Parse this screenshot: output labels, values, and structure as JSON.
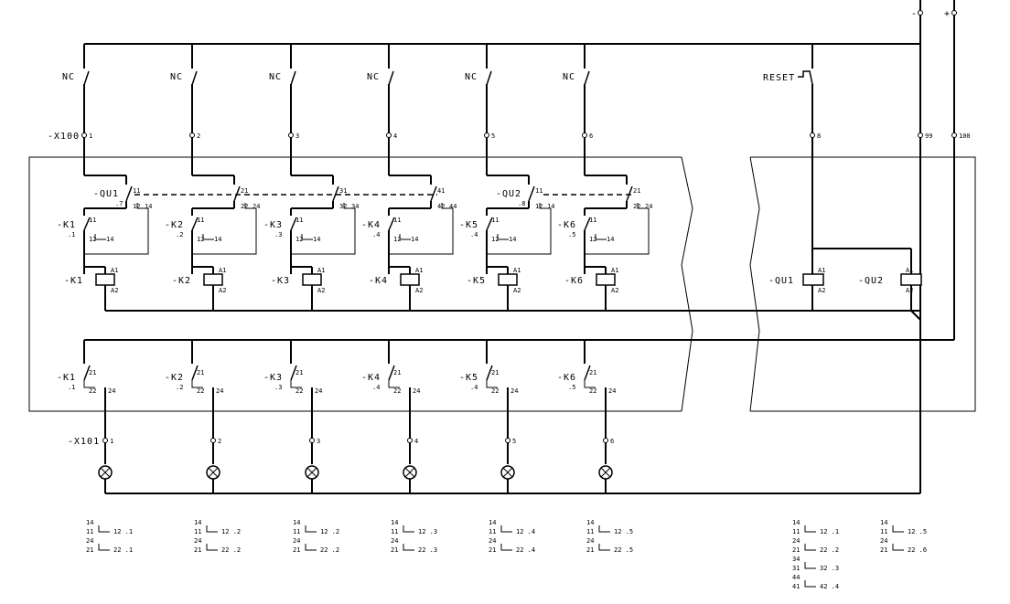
{
  "supply": {
    "minus": "-",
    "plus": "+"
  },
  "inputs": [
    {
      "contact": "NC",
      "terminal": "1"
    },
    {
      "contact": "NC",
      "terminal": "2"
    },
    {
      "contact": "NC",
      "terminal": "3"
    },
    {
      "contact": "NC",
      "terminal": "4"
    },
    {
      "contact": "NC",
      "terminal": "5"
    },
    {
      "contact": "NC",
      "terminal": "6"
    }
  ],
  "reset": {
    "label": "RESET",
    "terminal": "8"
  },
  "supply_terminals": [
    "99",
    "100"
  ],
  "strip_x100": "-X100",
  "strip_x101": "-X101",
  "output_terminals": [
    "1",
    "2",
    "3",
    "4",
    "5",
    "6"
  ],
  "qu_contacts": [
    {
      "name": "-QU1",
      "ref": ".7",
      "top": "11",
      "bottom": "12",
      "side": "14"
    },
    {
      "name": "",
      "ref": "",
      "top": "21",
      "bottom": "22",
      "side": "24"
    },
    {
      "name": "",
      "ref": "",
      "top": "31",
      "bottom": "32",
      "side": "34"
    },
    {
      "name": "",
      "ref": "",
      "top": "41",
      "bottom": "42",
      "side": "44"
    },
    {
      "name": "-QU2",
      "ref": ".8",
      "top": "11",
      "bottom": "12",
      "side": "14"
    },
    {
      "name": "",
      "ref": "",
      "top": "21",
      "bottom": "22",
      "side": "24"
    }
  ],
  "k_self": [
    {
      "name": "-K1",
      "ref": ".1",
      "top": "11",
      "bottom": "12",
      "side": "14"
    },
    {
      "name": "-K2",
      "ref": ".2",
      "top": "11",
      "bottom": "12",
      "side": "14"
    },
    {
      "name": "-K3",
      "ref": ".3",
      "top": "11",
      "bottom": "12",
      "side": "14"
    },
    {
      "name": "-K4",
      "ref": ".4",
      "top": "11",
      "bottom": "12",
      "side": "14"
    },
    {
      "name": "-K5",
      "ref": ".4",
      "top": "11",
      "bottom": "12",
      "side": "14"
    },
    {
      "name": "-K6",
      "ref": ".5",
      "top": "11",
      "bottom": "12",
      "side": "14"
    }
  ],
  "k_coils": [
    {
      "name": "-K1",
      "a1": "A1",
      "a2": "A2"
    },
    {
      "name": "-K2",
      "a1": "A1",
      "a2": "A2"
    },
    {
      "name": "-K3",
      "a1": "A1",
      "a2": "A2"
    },
    {
      "name": "-K4",
      "a1": "A1",
      "a2": "A2"
    },
    {
      "name": "-K5",
      "a1": "A1",
      "a2": "A2"
    },
    {
      "name": "-K6",
      "a1": "A1",
      "a2": "A2"
    }
  ],
  "qu_coils": [
    {
      "name": "-QU1",
      "a1": "A1",
      "a2": "A2"
    },
    {
      "name": "-QU2",
      "a1": "A1",
      "a2": "A2"
    }
  ],
  "k_out": [
    {
      "name": "-K1",
      "ref": ".1",
      "top": "21",
      "bottom": "22",
      "side": "24"
    },
    {
      "name": "-K2",
      "ref": ".2",
      "top": "21",
      "bottom": "22",
      "side": "24"
    },
    {
      "name": "-K3",
      "ref": ".3",
      "top": "21",
      "bottom": "22",
      "side": "24"
    },
    {
      "name": "-K4",
      "ref": ".4",
      "top": "21",
      "bottom": "22",
      "side": "24"
    },
    {
      "name": "-K5",
      "ref": ".4",
      "top": "21",
      "bottom": "22",
      "side": "24"
    },
    {
      "name": "-K6",
      "ref": ".5",
      "top": "21",
      "bottom": "22",
      "side": "24"
    }
  ],
  "cross_refs": [
    {
      "lines": [
        [
          "14",
          ""
        ],
        [
          "11",
          "12 .1"
        ],
        [
          "24",
          ""
        ],
        [
          "21",
          "22 .1"
        ]
      ]
    },
    {
      "lines": [
        [
          "14",
          ""
        ],
        [
          "11",
          "12 .2"
        ],
        [
          "24",
          ""
        ],
        [
          "21",
          "22 .2"
        ]
      ]
    },
    {
      "lines": [
        [
          "14",
          ""
        ],
        [
          "11",
          "12 .2"
        ],
        [
          "24",
          ""
        ],
        [
          "21",
          "22 .2"
        ]
      ]
    },
    {
      "lines": [
        [
          "14",
          ""
        ],
        [
          "11",
          "12 .3"
        ],
        [
          "24",
          ""
        ],
        [
          "21",
          "22 .3"
        ]
      ]
    },
    {
      "lines": [
        [
          "14",
          ""
        ],
        [
          "11",
          "12 .4"
        ],
        [
          "24",
          ""
        ],
        [
          "21",
          "22 .4"
        ]
      ]
    },
    {
      "lines": [
        [
          "14",
          ""
        ],
        [
          "11",
          "12 .5"
        ],
        [
          "24",
          ""
        ],
        [
          "21",
          "22 .5"
        ]
      ]
    },
    {
      "lines": [
        [
          "14",
          ""
        ],
        [
          "11",
          "12 .1"
        ],
        [
          "24",
          ""
        ],
        [
          "21",
          "22 .2"
        ],
        [
          "34",
          ""
        ],
        [
          "31",
          "32 .3"
        ],
        [
          "44",
          ""
        ],
        [
          "41",
          "42 .4"
        ]
      ]
    },
    {
      "lines": [
        [
          "14",
          ""
        ],
        [
          "11",
          "12 .5"
        ],
        [
          "24",
          ""
        ],
        [
          "21",
          "22 .6"
        ]
      ]
    }
  ]
}
